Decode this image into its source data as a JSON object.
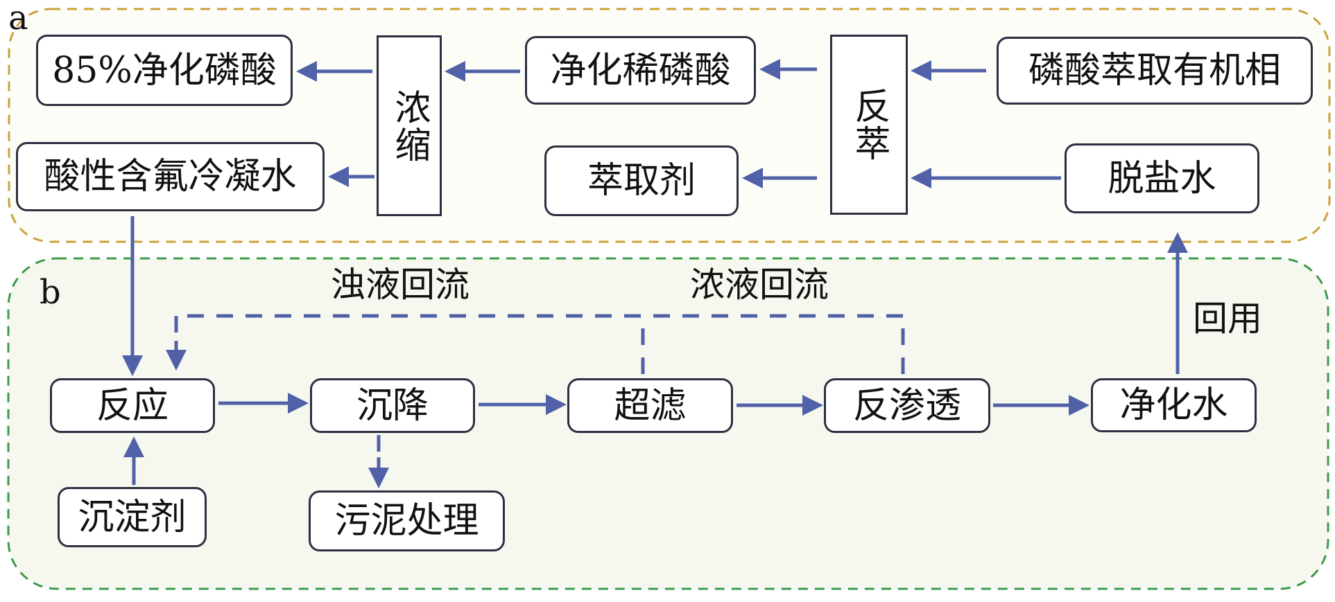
{
  "diagram": {
    "regions": [
      {
        "id": "a",
        "letter": "a",
        "border_color": "#c9a23b"
      },
      {
        "id": "b",
        "letter": "b",
        "border_color": "#3c9a4a"
      }
    ],
    "nodes": {
      "purified_acid_85": "85%净化磷酸",
      "concentrate": "浓缩",
      "purified_dilute_acid": "净化稀磷酸",
      "back_extraction": "反萃",
      "organic_phase": "磷酸萃取有机相",
      "acid_condensate": "酸性含氟冷凝水",
      "extractant": "萃取剂",
      "desalted_water": "脱盐水",
      "reaction": "反应",
      "settling": "沉降",
      "ultrafiltration": "超滤",
      "reverse_osmosis": "反渗透",
      "purified_water": "净化水",
      "precipitant": "沉淀剂",
      "sludge_treatment": "污泥处理"
    },
    "labels": {
      "turbid_reflux": "浊液回流",
      "concentrate_reflux": "浓液回流",
      "reuse": "回用"
    },
    "edges": [
      {
        "from": "organic_phase",
        "to": "back_extraction",
        "style": "solid"
      },
      {
        "from": "desalted_water",
        "to": "back_extraction",
        "style": "solid"
      },
      {
        "from": "back_extraction",
        "to": "purified_dilute_acid",
        "style": "solid"
      },
      {
        "from": "back_extraction",
        "to": "extractant",
        "style": "solid"
      },
      {
        "from": "purified_dilute_acid",
        "to": "concentrate",
        "style": "solid"
      },
      {
        "from": "concentrate",
        "to": "purified_acid_85",
        "style": "solid"
      },
      {
        "from": "concentrate",
        "to": "acid_condensate",
        "style": "solid"
      },
      {
        "from": "acid_condensate",
        "to": "reaction",
        "style": "solid"
      },
      {
        "from": "precipitant",
        "to": "reaction",
        "style": "solid"
      },
      {
        "from": "reaction",
        "to": "settling",
        "style": "solid"
      },
      {
        "from": "settling",
        "to": "ultrafiltration",
        "style": "solid"
      },
      {
        "from": "settling",
        "to": "sludge_treatment",
        "style": "dashed"
      },
      {
        "from": "ultrafiltration",
        "to": "reverse_osmosis",
        "style": "solid"
      },
      {
        "from": "reverse_osmosis",
        "to": "purified_water",
        "style": "solid"
      },
      {
        "from": "ultrafiltration",
        "to": "reaction",
        "style": "dashed",
        "label": "turbid_reflux"
      },
      {
        "from": "reverse_osmosis",
        "to": "reaction",
        "style": "dashed",
        "label": "concentrate_reflux"
      },
      {
        "from": "purified_water",
        "to": "desalted_water",
        "style": "solid",
        "label": "reuse"
      }
    ],
    "colors": {
      "arrow": "#5061a8",
      "region_a_border": "#c9a23b",
      "region_b_border": "#3c9a4a",
      "node_border": "#2b2f3f"
    }
  }
}
